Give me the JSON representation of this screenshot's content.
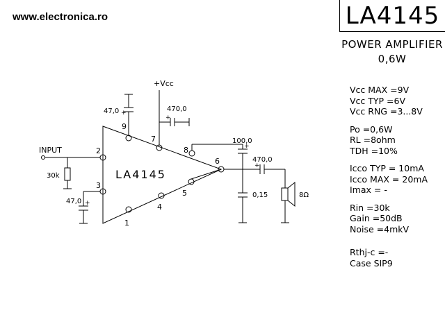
{
  "site": "www.electronica.ro",
  "chip": "LA4145",
  "subtitle_line1": "POWER AMPLIFIER",
  "subtitle_line2": "0,6W",
  "specs": [
    "Vcc MAX =9V",
    "Vcc TYP =6V",
    "Vcc RNG =3...8V",
    "",
    "Po =0,6W",
    "RL =8ohm",
    "TDH =10%",
    "",
    "Icco TYP = 10mA",
    "Icco MAX = 20mA",
    "Imax =    -",
    "",
    "Rin  =30k",
    "Gain  =50dB",
    "Noise =4mkV",
    "",
    "Rthj-c =-",
    "Case  SIP9"
  ],
  "schematic": {
    "ic_label": "LA4145",
    "input_label": "INPUT",
    "vcc_label": "+Vcc",
    "pins": [
      "1",
      "2",
      "3",
      "4",
      "5",
      "6",
      "7",
      "8",
      "9"
    ],
    "components": {
      "r_input": "30k",
      "c_pin9": "47,0",
      "c_vcc": "470,0",
      "c_pin3": "47,0",
      "c_boot": "100,0",
      "c_out": "470,0",
      "c_zobel": "0,15",
      "speaker": "8Ω"
    }
  }
}
